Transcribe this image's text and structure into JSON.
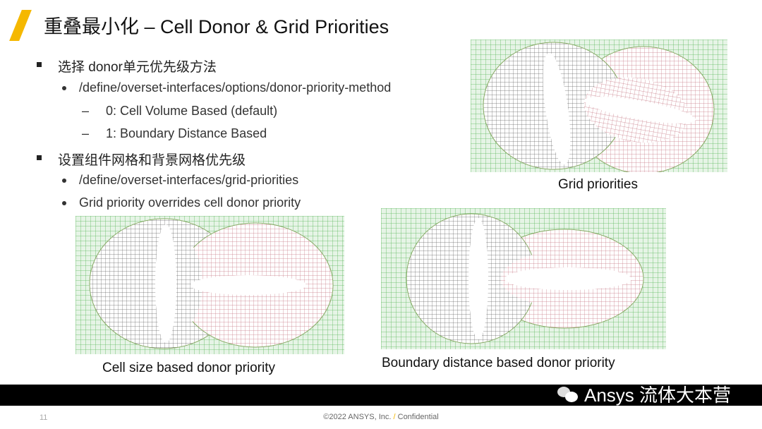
{
  "header": {
    "title": "重叠最小化 – Cell Donor & Grid Priorities"
  },
  "bullets": [
    {
      "level": 1,
      "text": "选择 donor单元优先级方法"
    },
    {
      "level": 2,
      "text": "/define/overset-interfaces/options/donor-priority-method"
    },
    {
      "level": 3,
      "text": "0: Cell Volume Based (default)"
    },
    {
      "level": 3,
      "text": "1: Boundary Distance Based"
    },
    {
      "level": 1,
      "text": "设置组件网格和背景网格优先级"
    },
    {
      "level": 2,
      "text": "/define/overset-interfaces/grid-priorities"
    },
    {
      "level": 2,
      "text": "Grid priority overrides cell donor priority"
    }
  ],
  "figures": [
    {
      "caption": "Grid priorities"
    },
    {
      "caption": "Cell size based donor priority"
    },
    {
      "caption": "Boundary distance based donor priority"
    }
  ],
  "watermark": {
    "text": "Ansys 流体大本营"
  },
  "footer": {
    "page": "11",
    "copyright": "©2022 ANSYS, Inc.",
    "separator": "/",
    "label": "Confidential"
  },
  "colors": {
    "accent": "#f5b800",
    "background_grid": "#5cb85c",
    "component_grid": "#555555",
    "priority_grid": "#c05a6a"
  }
}
